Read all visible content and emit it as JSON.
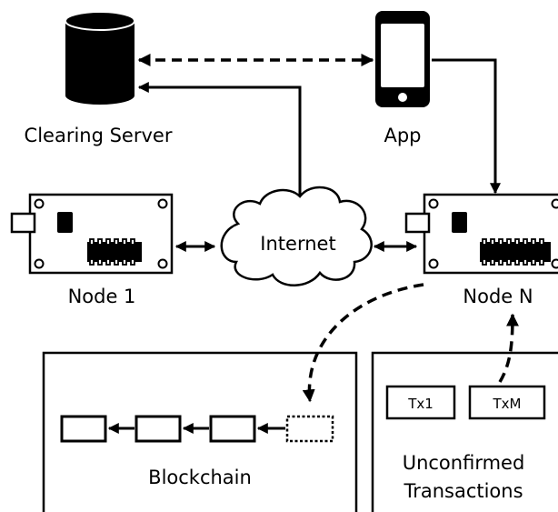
{
  "nodes": {
    "clearing_server": "Clearing Server",
    "app": "App",
    "internet": "Internet",
    "node1": "Node 1",
    "nodeN": "Node N"
  },
  "blockchain": {
    "label": "Blockchain"
  },
  "unconfirmed": {
    "tx1": "Tx1",
    "txm": "TxM",
    "label_line1": "Unconfirmed",
    "label_line2": "Transactions"
  }
}
